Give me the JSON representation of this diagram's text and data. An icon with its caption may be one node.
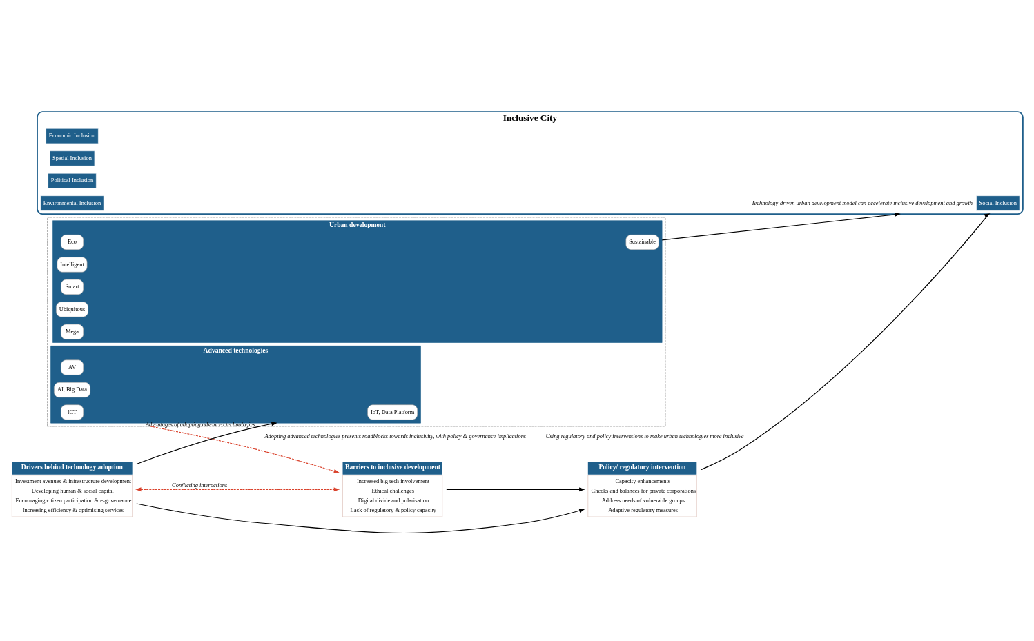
{
  "diagram": {
    "nodes": [
      {
        "text": [],
        "shape": "box"
      },
      {
        "text": [
          "Urban development"
        ],
        "in": 0
      },
      {
        "text": [
          "Eco"
        ],
        "in": 1
      },
      {
        "text": [
          "Intelligent"
        ],
        "in": 1
      },
      {
        "text": [
          "Smart"
        ],
        "in": 1
      },
      {
        "text": [
          "Ubiquitous"
        ],
        "in": 1
      },
      {
        "text": [
          "Mega"
        ],
        "in": 1
      },
      {
        "text": [
          "Sustainable"
        ],
        "in": 1
      },
      {
        "text": [
          "Advanced technologies"
        ],
        "in": 0
      },
      {
        "text": [
          "IoT, Data Platform"
        ],
        "in": 8
      },
      {
        "text": [
          "AV"
        ],
        "in": 8
      },
      {
        "text": [
          "AI, Big Data"
        ],
        "in": 8
      },
      {
        "text": [
          "ICT"
        ],
        "in": 8
      },
      {
        "text": [
          "Barriers to inclusive development",
          "Increased big tech involvement",
          "Ethical challenges",
          "Digital divide and polarisation",
          "Lack of regulatory & policy capacity"
        ],
        "beside": [
          "Adopting advanced technologies presents roadblocks towards inclusivity, with policy & governance implications"
        ]
      },
      {
        "text": [
          "Policy/ regulatory intervention",
          "Capacity enhancements",
          "Checks and balances for private corporations",
          "Address needs of vulnerable groups",
          "Adaptive regulatory measures"
        ],
        "beside": [
          "Using regulatory and policy interventions to make urban technologies more inclusive"
        ]
      },
      {
        "text": [
          "Inclusive City"
        ]
      },
      {
        "text": [
          "Social Inclusion"
        ],
        "in": 15
      },
      {
        "text": [
          "Economic Inclusion"
        ],
        "in": 15
      },
      {
        "text": [
          "Spatial Inclusion"
        ],
        "in": 15
      },
      {
        "text": [
          "Political Inclusion"
        ],
        "in": 15
      },
      {
        "text": [
          "Environmental Inclusion"
        ],
        "in": 15
      },
      {
        "text": [
          "Drivers behind technology adoption",
          "Investment avenues & infrastructure development",
          "Developing human & social capital",
          "Encouraging citizen participation & e-governance",
          "Increasing efficiency & optimising services"
        ]
      }
    ],
    "edges": [
      {
        "from": 1,
        "to": 15,
        "arrow": "to",
        "label": "Technology-driven urban development model can accelerate inclusive development and growth"
      },
      {
        "from": 0,
        "to": 13,
        "arrow": "to",
        "style": "dashed",
        "color": "#d9412b"
      },
      {
        "from": 13,
        "to": 14,
        "arrow": "to"
      },
      {
        "from": 14,
        "to": 15,
        "arrow": "to"
      },
      {
        "from": 21,
        "to": 8,
        "arrow": "to",
        "label": "Advantages of adopting advanced technologies"
      },
      {
        "from": 21,
        "to": 13,
        "arrow": "both",
        "style": "dashed",
        "color": "#d9412b",
        "label": "Conflicting interactions"
      },
      {
        "from": 21,
        "to": 14,
        "arrow": "to"
      }
    ]
  }
}
